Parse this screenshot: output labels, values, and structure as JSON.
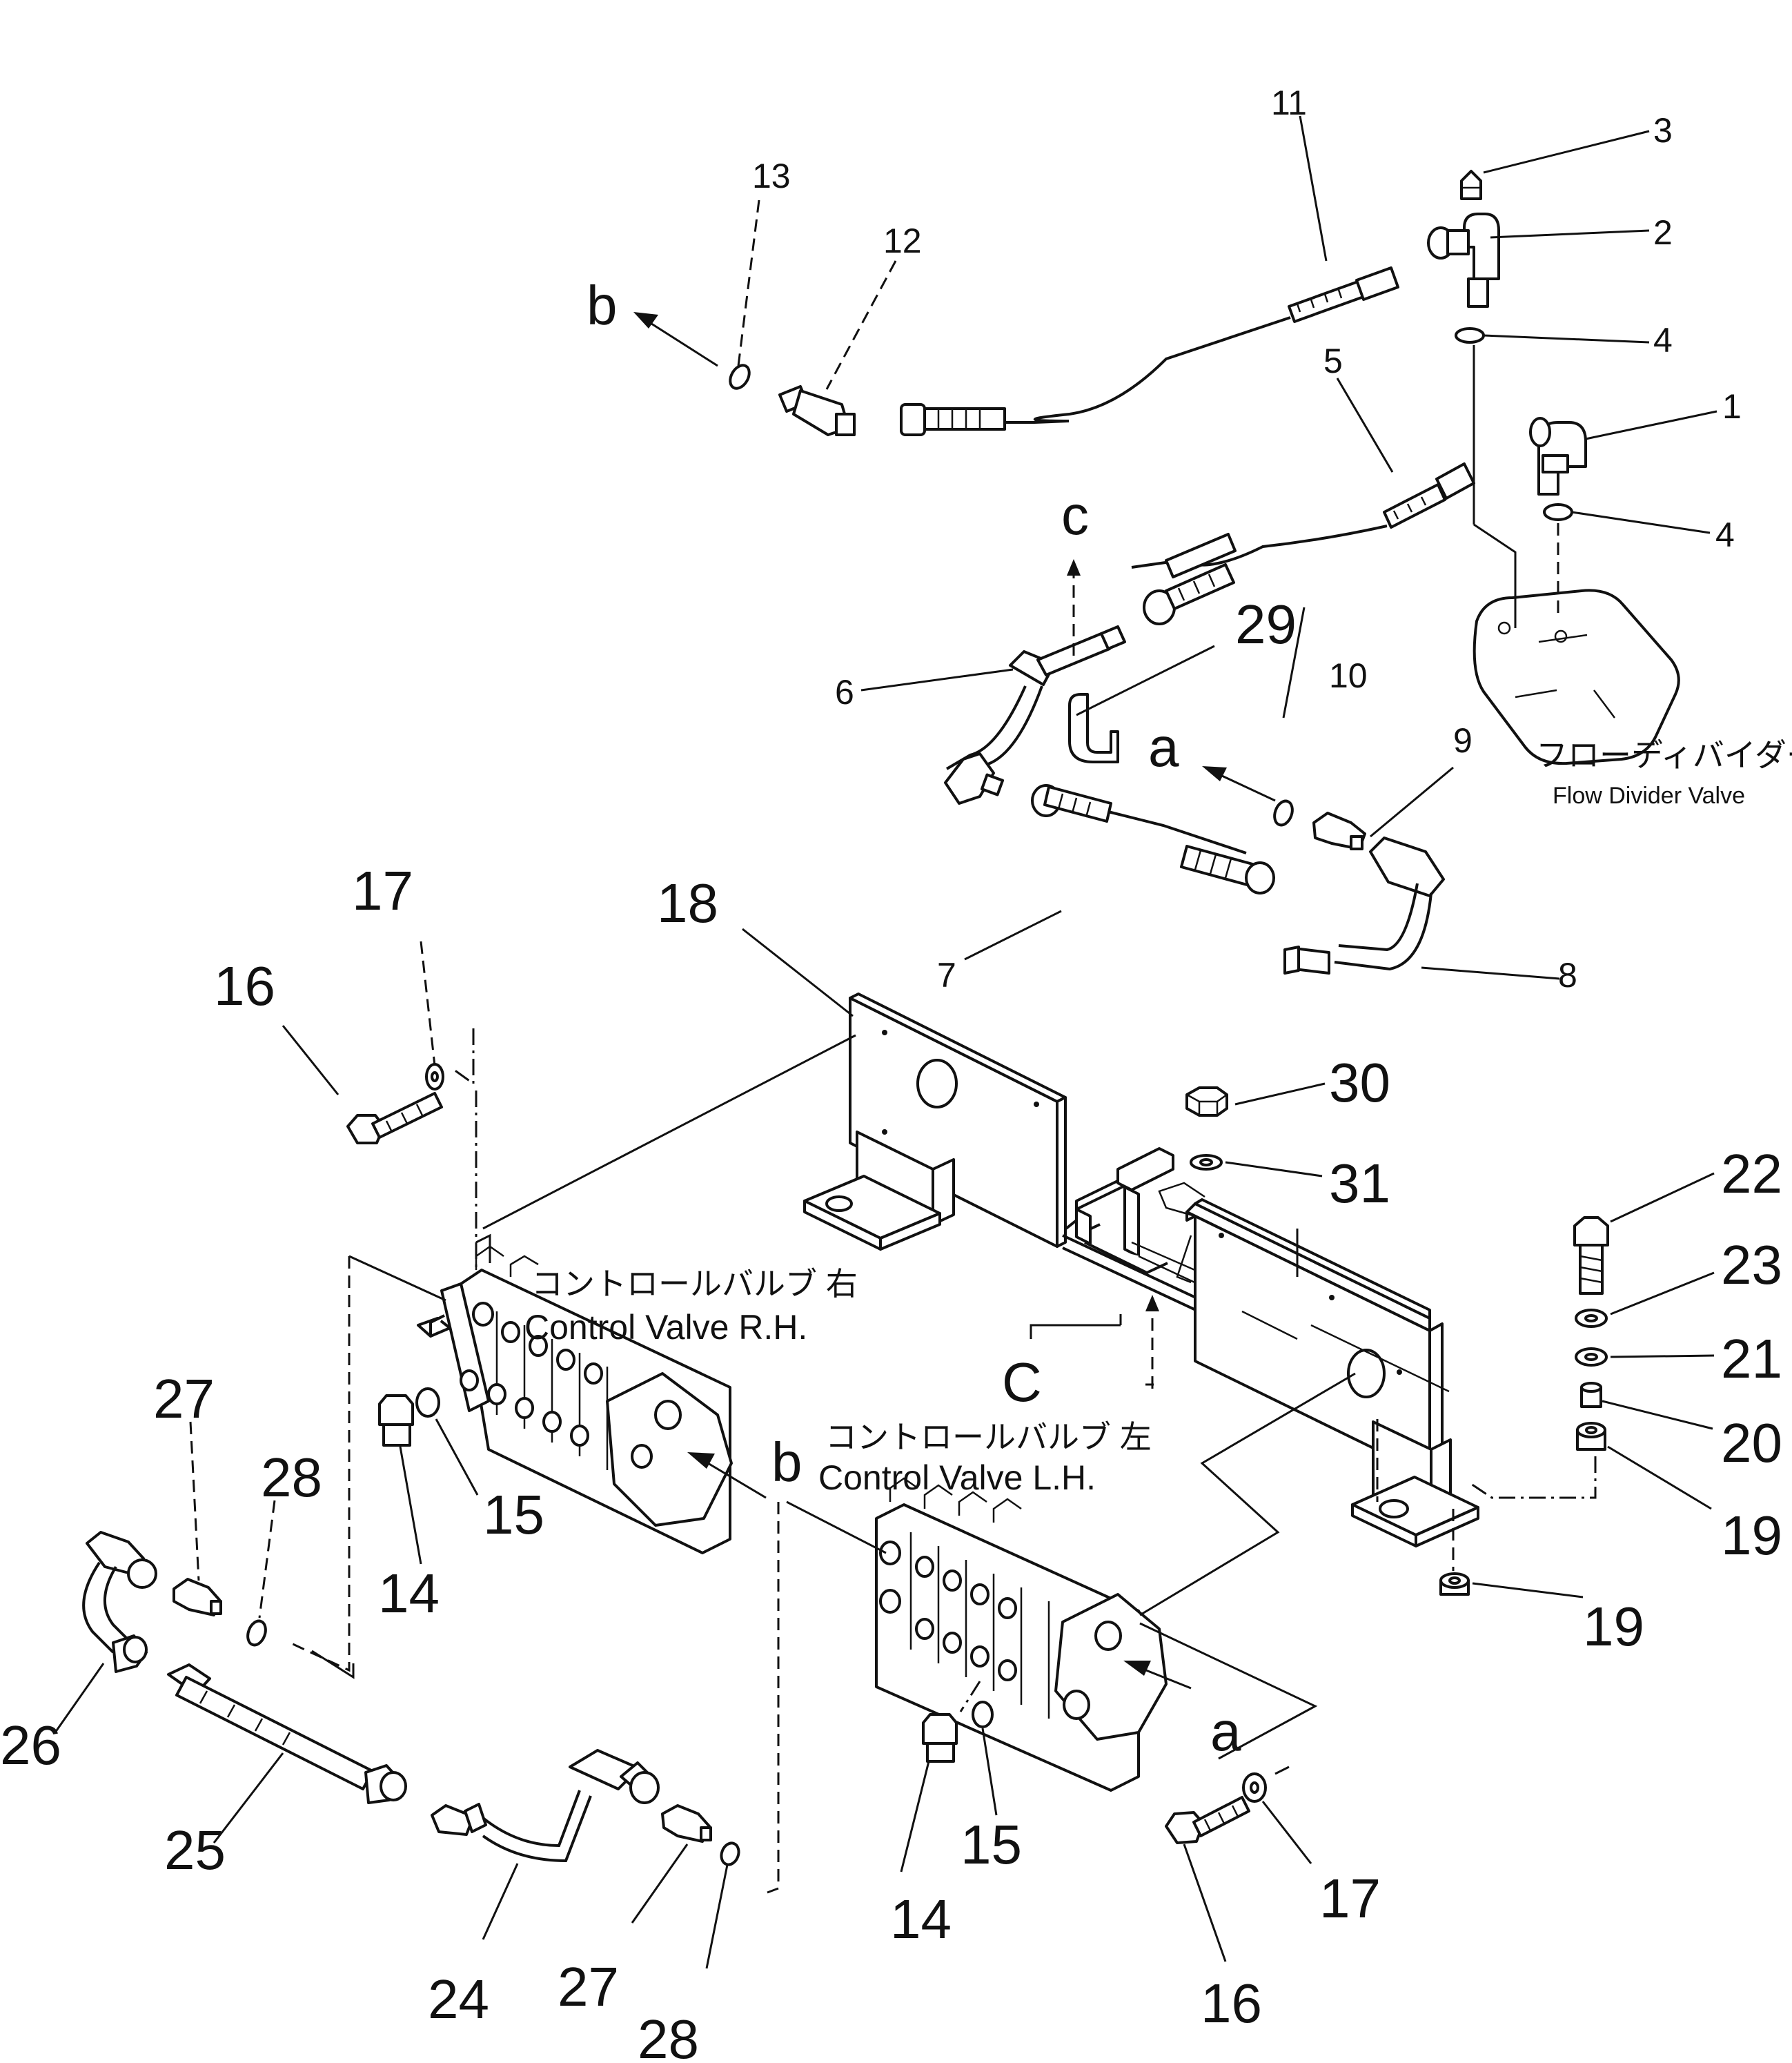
{
  "parts": [
    {
      "no": "1"
    },
    {
      "no": "2"
    },
    {
      "no": "3"
    },
    {
      "no": "4"
    },
    {
      "no": "5"
    },
    {
      "no": "6"
    },
    {
      "no": "7"
    },
    {
      "no": "8"
    },
    {
      "no": "9"
    },
    {
      "no": "10"
    },
    {
      "no": "11"
    },
    {
      "no": "12"
    },
    {
      "no": "13"
    },
    {
      "no": "14"
    },
    {
      "no": "15"
    },
    {
      "no": "16"
    },
    {
      "no": "17"
    },
    {
      "no": "18"
    },
    {
      "no": "19"
    },
    {
      "no": "20"
    },
    {
      "no": "21"
    },
    {
      "no": "22"
    },
    {
      "no": "23"
    },
    {
      "no": "24"
    },
    {
      "no": "25"
    },
    {
      "no": "26"
    },
    {
      "no": "27"
    },
    {
      "no": "28"
    },
    {
      "no": "29"
    },
    {
      "no": "30"
    },
    {
      "no": "31"
    }
  ],
  "refs": {
    "a": "a",
    "b": "b",
    "c": "c",
    "c_upper": "C"
  },
  "components": {
    "flow_divider": {
      "jp": "フローディバイダー",
      "en": "Flow Divider Valve"
    },
    "control_valve_rh": {
      "jp": "コントロールバルブ 右",
      "en": "Control Valve R.H."
    },
    "control_valve_lh": {
      "jp": "コントロールバルブ 左",
      "en": "Control Valve L.H."
    }
  }
}
